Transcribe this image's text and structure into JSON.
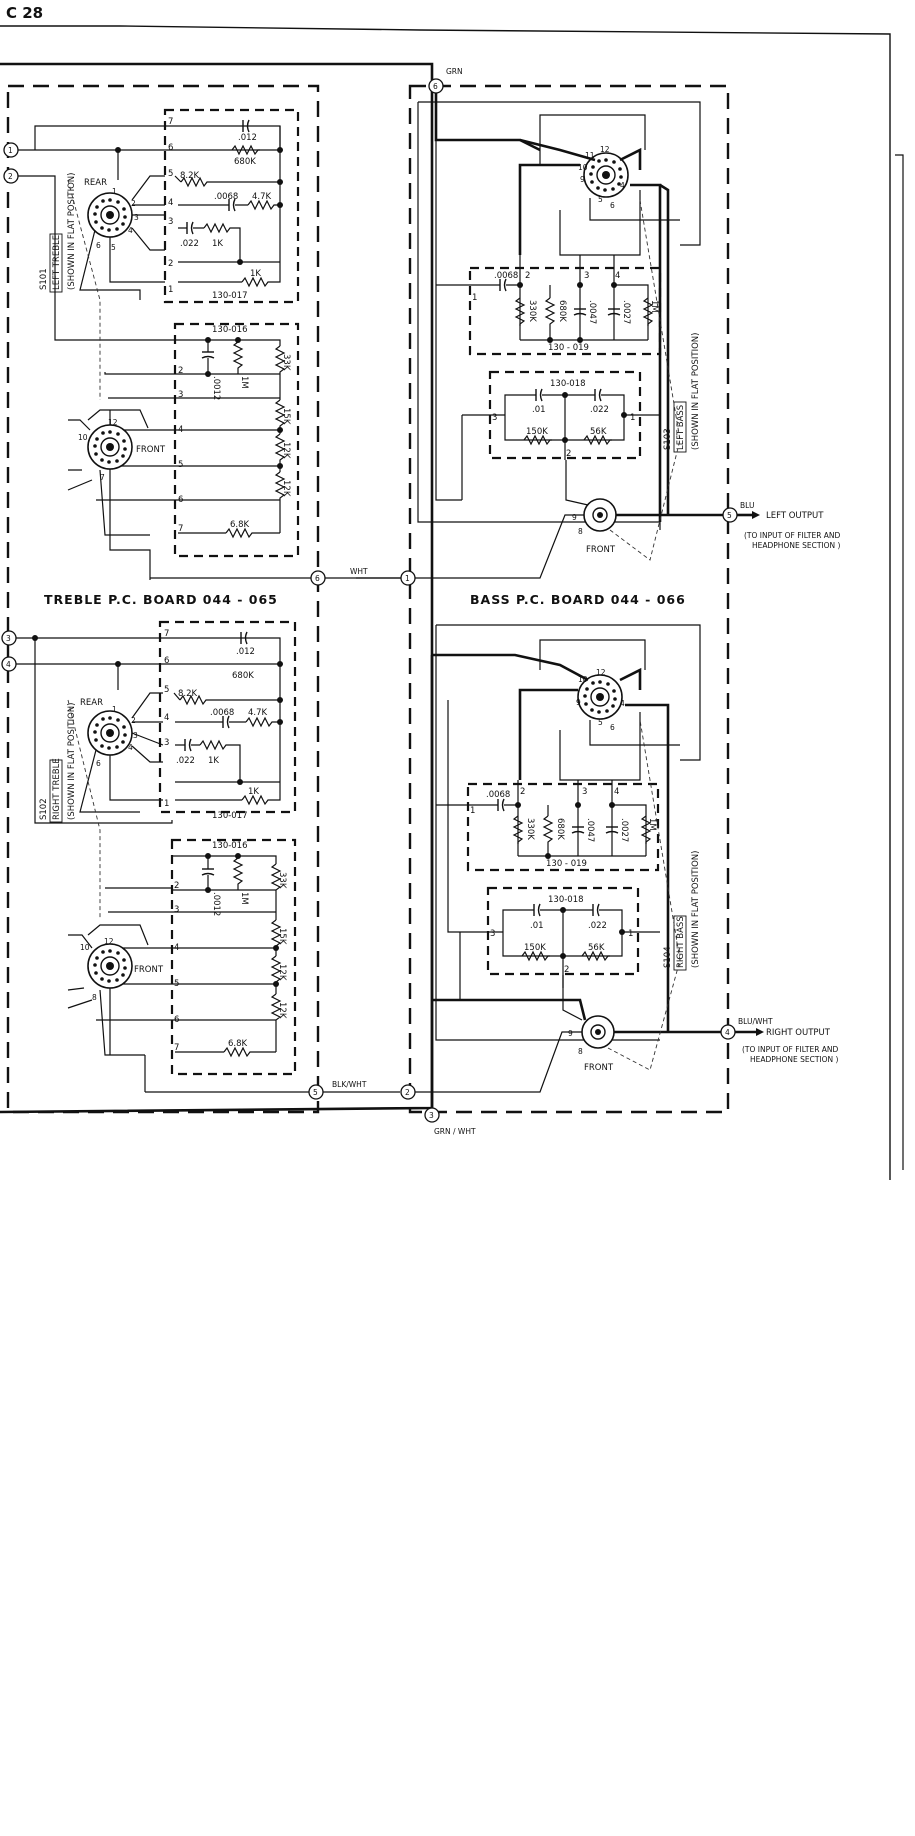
{
  "page": {
    "label": "C 28"
  },
  "treble_board": {
    "title": "TREBLE  P.C. BOARD  044 - 065",
    "left_switch": {
      "id": "S101",
      "name": "LEFT TREBLE",
      "note": "(SHOWN IN FLAT POSITION)",
      "rear": "REAR",
      "front": "FRONT"
    },
    "right_switch": {
      "id": "S102",
      "name": "RIGHT TREBLE",
      "note": "(SHOWN IN FLAT POSITION)",
      "rear": "REAR",
      "front": "FRONT"
    },
    "net_017": {
      "part": "130-017",
      "c1": ".012",
      "r1": "680K",
      "r2": "8.2K",
      "c2": ".0068",
      "r3": "4.7K",
      "c3": ".022",
      "r4": "1K",
      "r5": "1K"
    },
    "net_016": {
      "part": "130-016",
      "c1": ".0012",
      "r1": "1M",
      "r2": "33K",
      "r3": "15K",
      "r4": "12K",
      "r5": "12K",
      "r6": "6.8K"
    },
    "pins": [
      "1",
      "2",
      "3",
      "4",
      "5",
      "6",
      "7"
    ]
  },
  "bass_board": {
    "title": "BASS P.C. BOARD  044 - 066",
    "left_switch": {
      "id": "S103",
      "name": "LEFT BASS",
      "note": "(SHOWN IN FLAT POSITION)",
      "front": "FRONT"
    },
    "right_switch": {
      "id": "S104",
      "name": "RIGHT BASS",
      "note": "(SHOWN IN FLAT POSITION)",
      "front": "FRONT"
    },
    "net_019": {
      "part": "130 - 019",
      "c1": ".0068",
      "r1": "330K",
      "r2": "680K",
      "c2": ".0047",
      "c3": ".0027",
      "r3": "1M"
    },
    "net_018": {
      "part": "130-018",
      "c1": ".01",
      "c2": ".022",
      "r1": "150K",
      "r2": "56K"
    }
  },
  "wires": {
    "grn": "GRN",
    "wht": "WHT",
    "blk_wht": "BLK/WHT",
    "grn_wht": "GRN / WHT",
    "blu": "BLU",
    "blu_wht": "BLU/WHT"
  },
  "outputs": {
    "left": {
      "label": "LEFT OUTPUT",
      "note1": "(TO INPUT OF FILTER AND",
      "note2": "HEADPHONE  SECTION )"
    },
    "right": {
      "label": "RIGHT OUTPUT",
      "note1": "(TO INPUT OF FILTER AND",
      "note2": "HEADPHONE  SECTION )"
    }
  },
  "terminals": {
    "t1": "1",
    "t2": "2",
    "t3": "3",
    "t4": "4",
    "t5": "5",
    "t6": "6"
  }
}
